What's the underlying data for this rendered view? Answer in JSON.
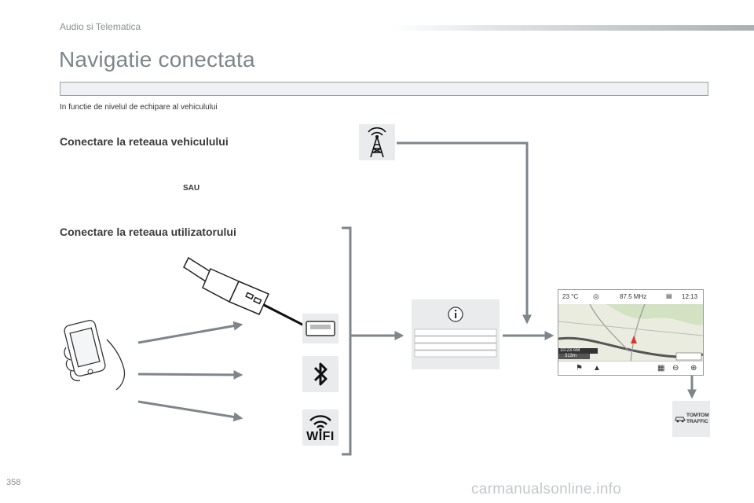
{
  "header": {
    "section": "Audio si Telematica",
    "title": "Navigatie conectata"
  },
  "note": "In functie de nivelul de echipare al vehiculului",
  "sections": {
    "vehicle_network": "Conectare la reteaua vehiculului",
    "or": "SAU",
    "user_network": "Conectare la reteaua utilizatorului"
  },
  "screen": {
    "temperature": "23 °C",
    "radio": "87.5 MHz",
    "time": "12:13",
    "arrival": "10:23 AM",
    "distance": "313m"
  },
  "icons": {
    "wifi_label": "WIFI",
    "traffic_line1": "TOMTOM",
    "traffic_line2": "TRAFFIC"
  },
  "footer": {
    "page_number": "358",
    "watermark": "carmanualsonline.info"
  },
  "colors": {
    "arrow": "#7e868b",
    "title": "#7e868b",
    "icon_bg": "#e9ebec"
  }
}
